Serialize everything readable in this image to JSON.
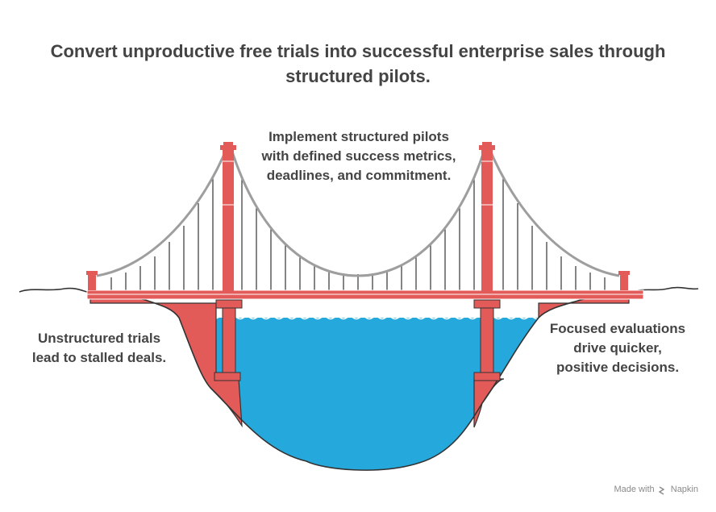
{
  "title": {
    "line1": "Convert unproductive free trials into successful enterprise sales through",
    "line2": "structured pilots."
  },
  "captions": {
    "top": [
      "Implement structured pilots",
      "with defined success metrics,",
      "deadlines, and commitment."
    ],
    "left": [
      "Unstructured trials",
      "lead to stalled deals."
    ],
    "right": [
      "Focused evaluations",
      "drive quicker,",
      "positive decisions."
    ]
  },
  "footer": {
    "made_with": "Made with",
    "brand": "Napkin"
  },
  "colors": {
    "bridge": "#e25b59",
    "water": "#25a9dc",
    "cable": "#9e9e9e",
    "ground": "#333333",
    "text": "#444444"
  }
}
